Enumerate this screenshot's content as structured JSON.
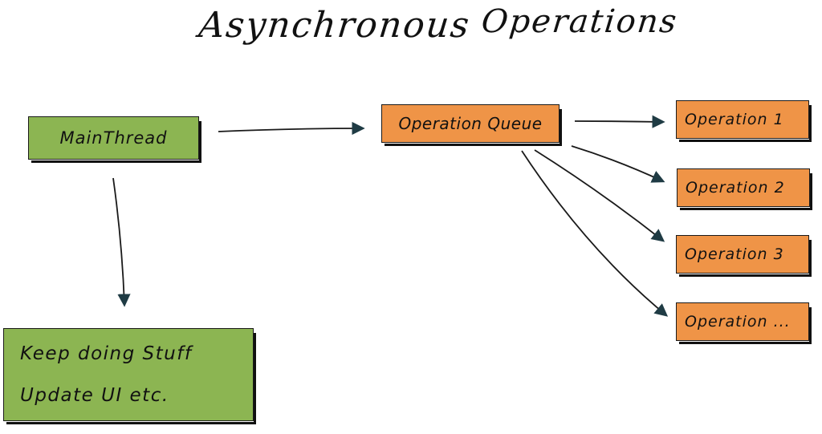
{
  "title": {
    "part1": "Asynchronous",
    "part2": "Operations"
  },
  "nodes": {
    "main_thread": "MainThread",
    "keep_doing": [
      "Keep doing Stuff",
      "Update UI etc."
    ],
    "operation_queue": "Operation Queue",
    "operations": [
      "Operation 1",
      "Operation 2",
      "Operation 3",
      "Operation ..."
    ]
  },
  "colors": {
    "green_box": "#8cb552",
    "orange_box": "#ef9447",
    "arrow_head": "#1f3b44",
    "line": "#1a1a1a"
  },
  "edges": [
    {
      "from": "MainThread",
      "to": "Operation Queue"
    },
    {
      "from": "MainThread",
      "to": "Keep doing Stuff"
    },
    {
      "from": "Operation Queue",
      "to": "Operation 1"
    },
    {
      "from": "Operation Queue",
      "to": "Operation 2"
    },
    {
      "from": "Operation Queue",
      "to": "Operation 3"
    },
    {
      "from": "Operation Queue",
      "to": "Operation ..."
    }
  ]
}
